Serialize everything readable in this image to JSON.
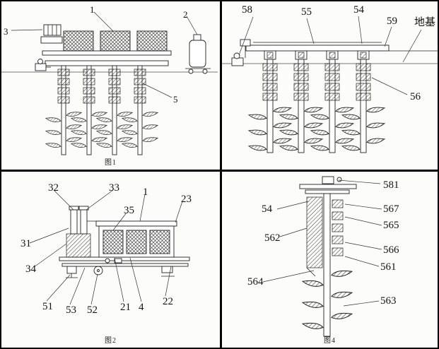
{
  "figures": {
    "fig1": {
      "caption": "图1",
      "labels": {
        "n1": "1",
        "n2": "2",
        "n3": "3",
        "n5": "5"
      }
    },
    "fig3": {
      "labels": {
        "n58": "58",
        "n55": "55",
        "n54": "54",
        "n59": "59",
        "ground": "地基",
        "n56": "56"
      }
    },
    "fig2": {
      "caption": "图2",
      "labels": {
        "n32": "32",
        "n33": "33",
        "n1": "1",
        "n23": "23",
        "n35": "35",
        "n31": "31",
        "n34": "34",
        "n51": "51",
        "n53": "53",
        "n52": "52",
        "n21": "21",
        "n4": "4",
        "n22": "22"
      }
    },
    "fig4": {
      "caption": "图4",
      "labels": {
        "n581": "581",
        "n54": "54",
        "n567": "567",
        "n565": "565",
        "n562": "562",
        "n566": "566",
        "n561": "561",
        "n564": "564",
        "n563": "563"
      }
    }
  }
}
